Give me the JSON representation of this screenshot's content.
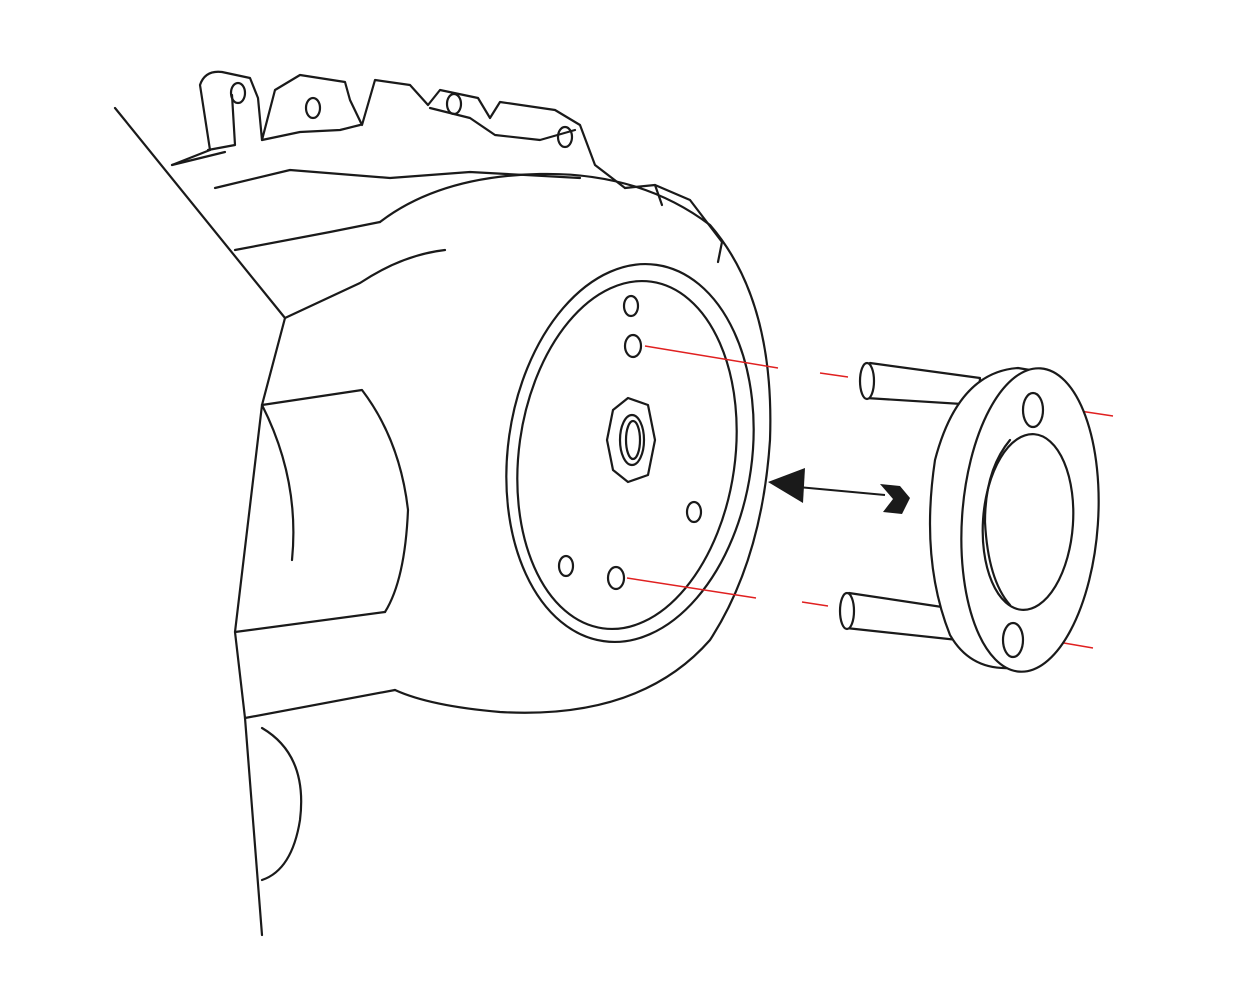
{
  "diagram": {
    "kind": "exploded assembly line drawing",
    "line_color": "#1a1a1a",
    "guide_color": "#e02020",
    "background": "#ffffff",
    "parts": [
      {
        "id": "engine-block",
        "icon": "engine-housing"
      },
      {
        "id": "crankshaft-pulley",
        "icon": "pulley-face"
      },
      {
        "id": "center-hex-nut",
        "icon": "hex-nut"
      },
      {
        "id": "holder-tool",
        "icon": "pin-spanner-tool"
      }
    ],
    "arrow": {
      "direction": "toward-pulley"
    }
  }
}
